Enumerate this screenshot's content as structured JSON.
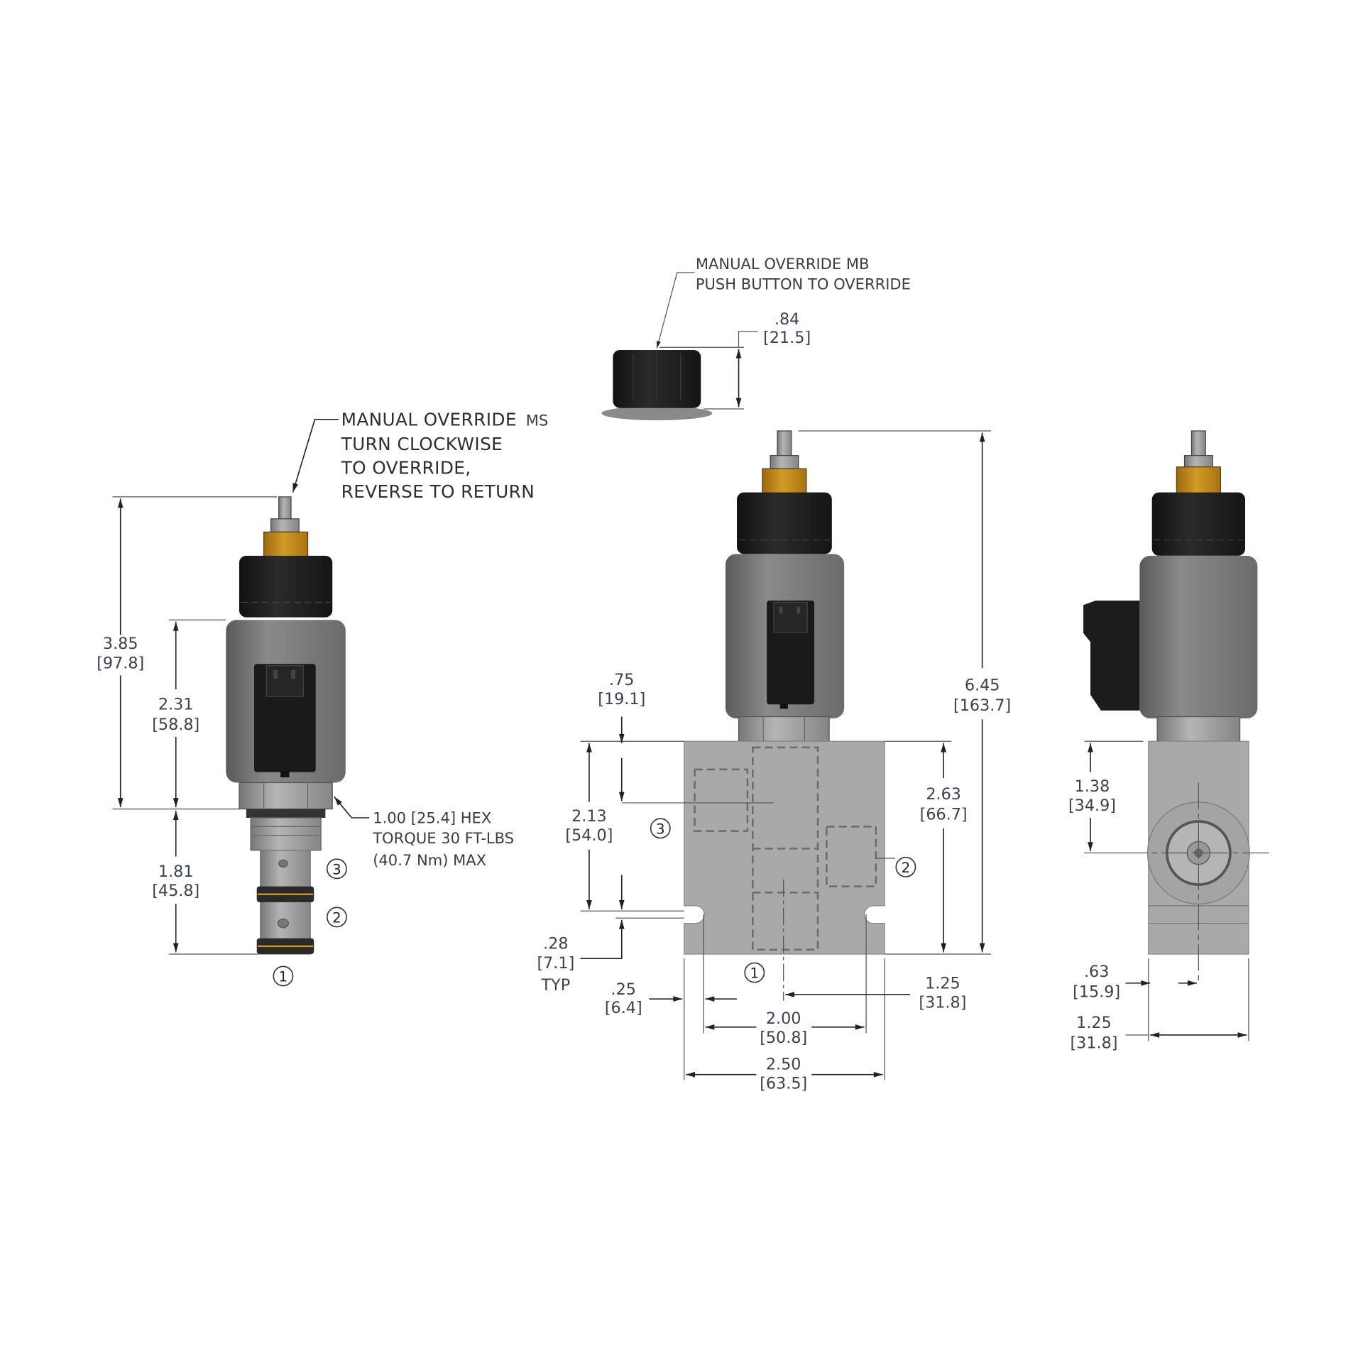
{
  "colors": {
    "coil": "#7a7a7a",
    "knob": "#1c1c1c",
    "collar": "#c8901c",
    "block": "#a9a9a9",
    "dimension_text": "#3b4150"
  },
  "left_view": {
    "callout_override": {
      "line1": "MANUAL OVERRIDE",
      "line1_suffix": "MS",
      "line2": "TURN CLOCKWISE",
      "line3": "TO OVERRIDE,",
      "line4": "REVERSE TO RETURN"
    },
    "callout_hex": {
      "line1": "1.00 [25.4] HEX",
      "line2": "TORQUE 30 FT-LBS",
      "line3": "(40.7 Nm) MAX"
    },
    "dims": [
      {
        "in": "3.85",
        "mm": "[97.8]"
      },
      {
        "in": "2.31",
        "mm": "[58.8]"
      },
      {
        "in": "1.81",
        "mm": "[45.8]"
      }
    ],
    "ports": [
      "3",
      "2",
      "1"
    ]
  },
  "middle_view": {
    "callout_override": {
      "line1": "MANUAL OVERRIDE MB",
      "line2": "PUSH BUTTON TO OVERRIDE"
    },
    "dims": {
      "cap_height": {
        "in": ".84",
        "mm": "[21.5]"
      },
      "overall_height": {
        "in": "6.45",
        "mm": "[163.7]"
      },
      "block_height": {
        "in": "2.63",
        "mm": "[66.7]"
      },
      "mount_height": {
        "in": "2.13",
        "mm": "[54.0]"
      },
      "port3_offset": {
        "in": ".75",
        "mm": "[19.1]"
      },
      "slot_width": {
        "in": ".28",
        "mm": "[7.1]",
        "note": "TYP"
      },
      "slot_edge": {
        "in": ".25",
        "mm": "[6.4]"
      },
      "center_offset": {
        "in": "1.25",
        "mm": "[31.8]"
      },
      "slot_spacing": {
        "in": "2.00",
        "mm": "[50.8]"
      },
      "block_width": {
        "in": "2.50",
        "mm": "[63.5]"
      }
    },
    "ports": [
      "3",
      "2",
      "1"
    ]
  },
  "right_view": {
    "dims": {
      "port_height": {
        "in": "1.38",
        "mm": "[34.9]"
      },
      "port_offset": {
        "in": ".63",
        "mm": "[15.9]"
      },
      "block_depth": {
        "in": "1.25",
        "mm": "[31.8]"
      }
    }
  }
}
